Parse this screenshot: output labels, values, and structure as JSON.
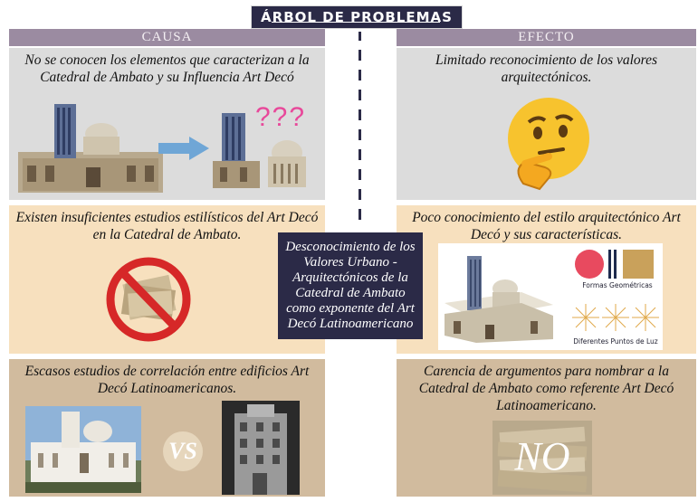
{
  "title": "ÁRBOL DE PROBLEMAS",
  "headers": {
    "cause": "CAUSA",
    "effect": "EFECTO"
  },
  "center": "Desconocimiento de los Valores Urbano - Arquitectónicos de la Catedral de Ambato como exponente del Art Decó Latinoamericano",
  "causes": [
    {
      "text": "No se conocen los elementos que caracterizan a la Catedral de Ambato y su Influencia Art Decó",
      "mark": "???"
    },
    {
      "text": "Existen insuficientes estudios estilísticos del Art Decó en la Catedral de Ambato."
    },
    {
      "text": "Escasos estudios de correlación entre edificios Art Decó Latinoamericanos.",
      "mark": "VS"
    }
  ],
  "effects": [
    {
      "text": "Limitado reconocimiento de los valores arquitectónicos."
    },
    {
      "text": "Poco conocimiento del estilo arquitectónico Art Decó y sus características.",
      "labels": [
        "Formas Geométricas",
        "Diferentes Puntos de Luz"
      ]
    },
    {
      "text": "Carencia de argumentos para nombrar a la Catedral de Ambato como referente Art Decó Latinoamericano.",
      "mark": "NO"
    }
  ],
  "colors": {
    "navy": "#2b2a47",
    "header": "#9b8ba1",
    "grey": "#dcdcdc",
    "peach": "#f7e0be",
    "tan": "#d1bb9e",
    "no_sign": "#d62828"
  }
}
